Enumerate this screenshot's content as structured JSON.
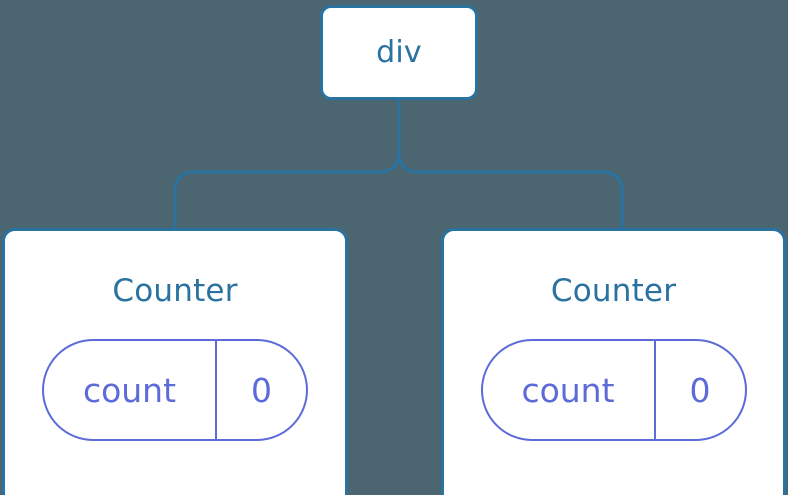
{
  "diagram": {
    "type": "component-tree",
    "background_color": "#4b6670",
    "node_border_color": "#2a72a0",
    "node_fill_color": "#ffffff",
    "connector_color": "#2a72a0",
    "state_pill_color": "#5c6bd8",
    "root": {
      "label": "div"
    },
    "children": [
      {
        "label": "Counter",
        "state": {
          "key": "count",
          "value": "0"
        }
      },
      {
        "label": "Counter",
        "state": {
          "key": "count",
          "value": "0"
        }
      }
    ]
  }
}
